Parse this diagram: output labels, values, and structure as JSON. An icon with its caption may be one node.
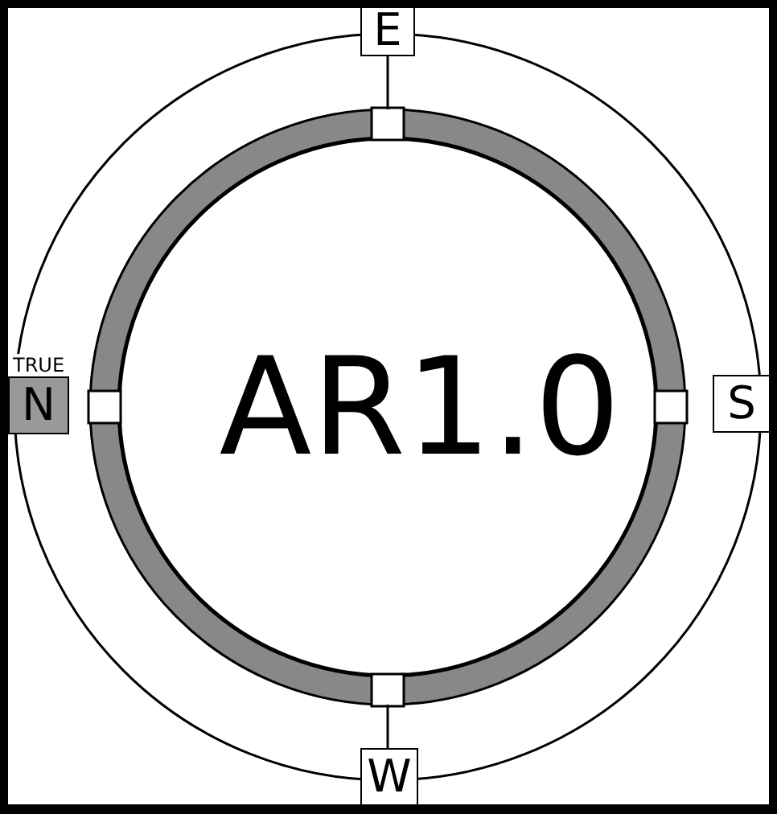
{
  "diagram": {
    "nodes": [
      {
        "text": [
          "E"
        ]
      },
      {
        "text": [
          "TRUE",
          "N"
        ]
      },
      {
        "text": [
          "AR1.0"
        ]
      },
      {
        "text": [
          "S"
        ]
      },
      {
        "text": [
          "W"
        ]
      }
    ]
  }
}
